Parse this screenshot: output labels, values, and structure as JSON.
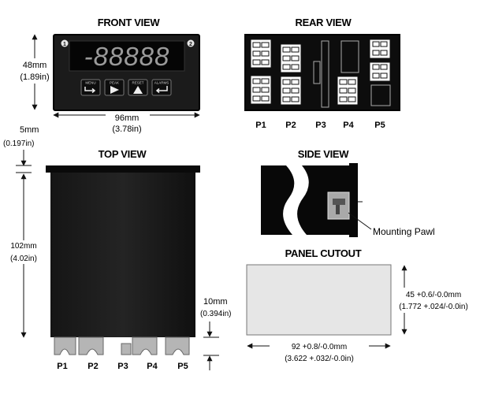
{
  "front_view": {
    "title": "FRONT VIEW",
    "display_text": "-88888",
    "corner_labels": [
      "1",
      "2"
    ],
    "buttons": [
      {
        "label": "MENU",
        "icon": "enter-arrow-icon"
      },
      {
        "label": "PEAK",
        "icon": "play-triangle-icon"
      },
      {
        "label": "RESET",
        "icon": "up-triangle-icon"
      },
      {
        "label": "ALARMS",
        "icon": "return-arrow-icon"
      }
    ],
    "height_mm": "48mm",
    "height_in": "(1.89in)",
    "width_mm": "96mm",
    "width_in": "(3.78in)"
  },
  "rear_view": {
    "title": "REAR VIEW",
    "connectors": [
      "P1",
      "P2",
      "P3",
      "P4",
      "P5"
    ]
  },
  "top_view": {
    "title": "TOP VIEW",
    "bezel_mm": "5mm",
    "bezel_in": "(0.197in)",
    "depth_mm": "102mm",
    "depth_in": "(4.02in)",
    "connector_mm": "10mm",
    "connector_in": "(0.394in)",
    "connectors": [
      "P1",
      "P2",
      "P3",
      "P4",
      "P5"
    ]
  },
  "side_view": {
    "title": "SIDE VIEW",
    "callout": "Mounting Pawl"
  },
  "panel_cutout": {
    "title": "PANEL CUTOUT",
    "height_mm": "45 +0.6/-0.0mm",
    "height_in": "(1.772 +.024/-0.0in)",
    "width_mm": "92 +0.8/-0.0mm",
    "width_in": "(3.622 +.032/-0.0in)"
  }
}
